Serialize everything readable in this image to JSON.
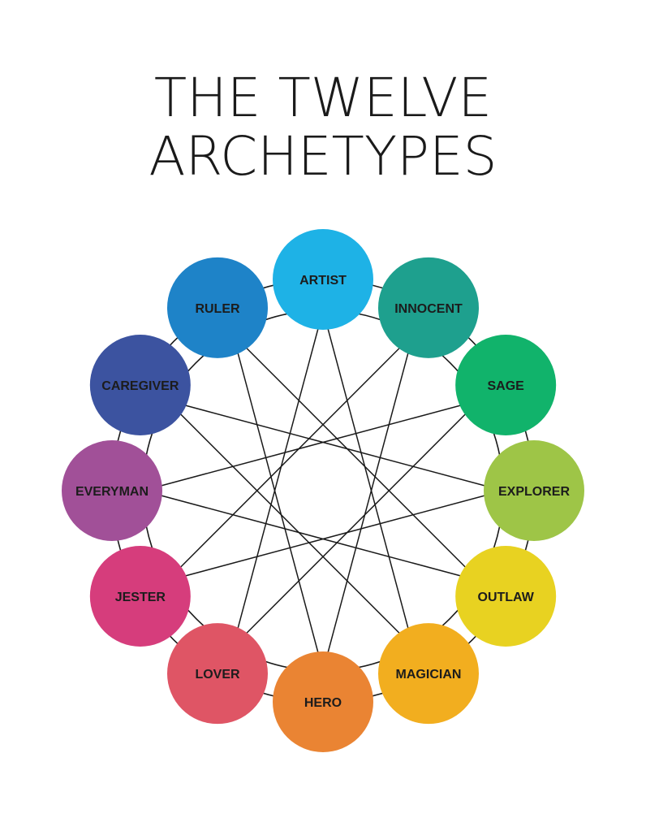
{
  "title": {
    "line1": "THE TWELVE",
    "line2": "ARCHETYPES"
  },
  "archetypes": [
    {
      "label": "ARTIST",
      "color": "#1eb2e6"
    },
    {
      "label": "INNOCENT",
      "color": "#1ea08e"
    },
    {
      "label": "SAGE",
      "color": "#11b36b"
    },
    {
      "label": "EXPLORER",
      "color": "#9ec547"
    },
    {
      "label": "OUTLAW",
      "color": "#e8d221"
    },
    {
      "label": "MAGICIAN",
      "color": "#f2ae1f"
    },
    {
      "label": "HERO",
      "color": "#ea8433"
    },
    {
      "label": "LOVER",
      "color": "#df5565"
    },
    {
      "label": "JESTER",
      "color": "#d63d7c"
    },
    {
      "label": "EVERYMAN",
      "color": "#a15098"
    },
    {
      "label": "CAREGIVER",
      "color": "#3c53a0"
    },
    {
      "label": "RULER",
      "color": "#1e83c8"
    }
  ],
  "colors": {
    "line": "#1a1a1a",
    "text": "#1c1c1c"
  }
}
